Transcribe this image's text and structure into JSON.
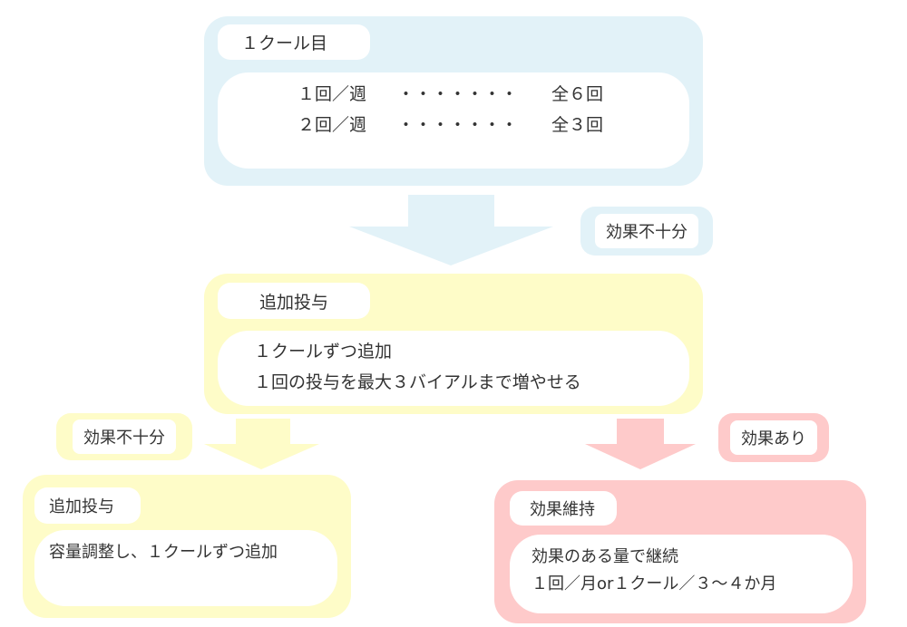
{
  "colors": {
    "blue": "#e2f2f8",
    "yellow": "#fefcc8",
    "pink": "#fecaca"
  },
  "cycle1": {
    "title": "１クール目",
    "rows": [
      {
        "label": "１回／週",
        "dots": "・・・・・・・",
        "total": "全６回"
      },
      {
        "label": "２回／週",
        "dots": "・・・・・・・",
        "total": "全３回"
      }
    ]
  },
  "tag_insufficient_1": "効果不十分",
  "additional": {
    "title": "追加投与",
    "lines": [
      "１クールずつ追加",
      "１回の投与を最大３バイアルまで増やせる"
    ]
  },
  "tag_insufficient_2": "効果不十分",
  "tag_effective": "効果あり",
  "additional2": {
    "title": "追加投与",
    "lines": [
      "容量調整し、１クールずつ追加"
    ]
  },
  "maintain": {
    "title": "効果維持",
    "lines": [
      "効果のある量で継続",
      "１回／月or１クール／３～４か月"
    ]
  }
}
